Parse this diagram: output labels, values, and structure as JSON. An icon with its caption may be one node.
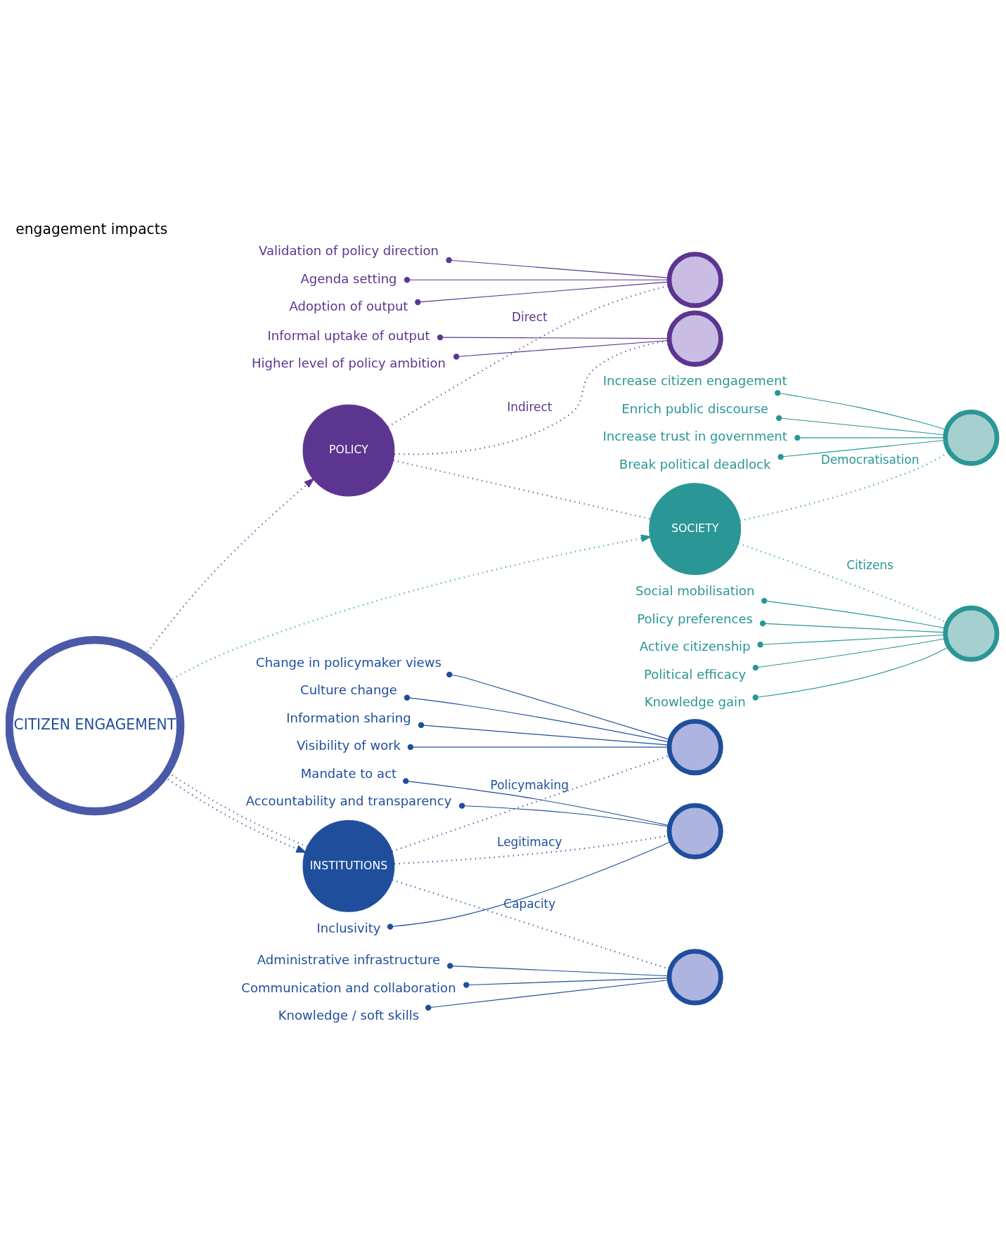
{
  "diagram": {
    "title": "engagement impacts",
    "nodes": [
      {
        "text": [
          "Validation of policy direction"
        ]
      },
      {
        "text": [
          "Agenda setting"
        ]
      },
      {
        "text": [
          "Adoption of output"
        ]
      },
      {
        "text": [],
        "shape": "circle"
      },
      {
        "text": [
          "Informal uptake of output"
        ]
      },
      {
        "text": [
          "Higher level of policy ambition"
        ]
      },
      {
        "text": [],
        "shape": "circle"
      },
      {
        "text": [
          "Visibility of work"
        ]
      },
      {
        "text": [
          "Change in policymaker views"
        ]
      },
      {
        "text": [
          "Culture change"
        ]
      },
      {
        "text": [
          "Information sharing"
        ]
      },
      {
        "text": [],
        "shape": "circle"
      },
      {
        "text": [
          "POLICY"
        ]
      },
      {
        "text": [
          "CITIZEN ENGAGEMENT"
        ]
      },
      {
        "text": [
          "INSTITUTIONS"
        ]
      },
      {
        "text": [
          "Accountability and transparency"
        ]
      },
      {
        "text": [
          "Inclusivity"
        ]
      },
      {
        "text": [
          "Mandate to act"
        ]
      },
      {
        "text": [],
        "shape": "circle"
      },
      {
        "text": [],
        "shape": "circle"
      },
      {
        "text": [
          "Knowledge / soft skills"
        ]
      },
      {
        "text": [
          "Administrative infrastructure"
        ]
      },
      {
        "text": [
          "Communication and collaboration"
        ]
      },
      {
        "text": [
          "SOCIETY"
        ]
      },
      {
        "text": [
          "Enrich public discourse"
        ]
      },
      {
        "text": [
          "Increase trust in government"
        ]
      },
      {
        "text": [
          "Break political deadlock"
        ]
      },
      {
        "text": [
          "Increase citizen engagement"
        ]
      },
      {
        "text": [],
        "shape": "circle"
      },
      {
        "text": [],
        "shape": "circle"
      },
      {
        "text": [
          "Social mobilisation"
        ]
      },
      {
        "text": [
          "Policy preferences"
        ]
      },
      {
        "text": [
          "Active citizenship"
        ]
      },
      {
        "text": [
          "Political efficacy"
        ]
      },
      {
        "text": [
          "Knowledge gain"
        ]
      }
    ],
    "edges": [
      {
        "from": 13,
        "to": 12,
        "arrow": "to",
        "style": "dashed",
        "color": "#5b3590"
      },
      {
        "from": 13,
        "to": 14,
        "arrow": "to",
        "style": "dashed",
        "color": "#1f4e9c"
      },
      {
        "from": 13,
        "to": 23,
        "arrow": "to",
        "style": "dashed",
        "color": "#2a9696"
      },
      {
        "from": 12,
        "to": 23,
        "arrow": "none",
        "style": "dashed",
        "color": "#4a4a9c"
      },
      {
        "from": 14,
        "to": 13,
        "arrow": "none",
        "style": "dashed",
        "color": "#4a4a9c"
      },
      {
        "from": 12,
        "to": 3,
        "label": "Direct",
        "arrow": "none",
        "style": "dashed",
        "color": "#5b3590"
      },
      {
        "from": 12,
        "to": 6,
        "label": "Indirect",
        "arrow": "none",
        "style": "dashed",
        "color": "#5b3590"
      },
      {
        "from": 14,
        "to": 11,
        "label": "Policymaking",
        "arrow": "none",
        "style": "dashed",
        "color": "#1f4e9c"
      },
      {
        "from": 14,
        "to": 18,
        "label": "Legitimacy",
        "arrow": "none",
        "style": "dashed",
        "color": "#1f4e9c"
      },
      {
        "from": 14,
        "to": 19,
        "label": "Capacity",
        "arrow": "none",
        "style": "dashed",
        "color": "#1f4e9c"
      },
      {
        "from": 23,
        "to": 28,
        "label": "Democratisation",
        "arrow": "none",
        "style": "dashed",
        "color": "#2a9696"
      },
      {
        "from": 23,
        "to": 29,
        "label": "Citizens",
        "arrow": "none",
        "style": "dashed",
        "color": "#2a9696"
      },
      {
        "from": 0,
        "to": 3,
        "arrow": "other",
        "color": "#5b3590"
      },
      {
        "from": 1,
        "to": 3,
        "arrow": "other",
        "color": "#5b3590"
      },
      {
        "from": 2,
        "to": 3,
        "arrow": "other",
        "color": "#5b3590"
      },
      {
        "from": 4,
        "to": 6,
        "arrow": "other",
        "color": "#5b3590"
      },
      {
        "from": 5,
        "to": 6,
        "arrow": "other",
        "color": "#5b3590"
      },
      {
        "from": 7,
        "to": 11,
        "arrow": "other",
        "color": "#1f4e9c"
      },
      {
        "from": 8,
        "to": 11,
        "arrow": "other",
        "color": "#1f4e9c"
      },
      {
        "from": 9,
        "to": 11,
        "arrow": "other",
        "color": "#1f4e9c"
      },
      {
        "from": 10,
        "to": 11,
        "arrow": "other",
        "color": "#1f4e9c"
      },
      {
        "from": 15,
        "to": 18,
        "arrow": "other",
        "color": "#1f4e9c"
      },
      {
        "from": 16,
        "to": 18,
        "arrow": "other",
        "color": "#1f4e9c"
      },
      {
        "from": 17,
        "to": 18,
        "arrow": "other",
        "color": "#1f4e9c"
      },
      {
        "from": 20,
        "to": 19,
        "arrow": "other",
        "color": "#1f4e9c"
      },
      {
        "from": 21,
        "to": 19,
        "arrow": "other",
        "color": "#1f4e9c"
      },
      {
        "from": 22,
        "to": 19,
        "arrow": "other",
        "color": "#1f4e9c"
      },
      {
        "from": 24,
        "to": 28,
        "arrow": "other",
        "color": "#2a9696"
      },
      {
        "from": 25,
        "to": 28,
        "arrow": "other",
        "color": "#2a9696"
      },
      {
        "from": 26,
        "to": 28,
        "arrow": "other",
        "color": "#2a9696"
      },
      {
        "from": 27,
        "to": 28,
        "arrow": "other",
        "color": "#2a9696"
      },
      {
        "from": 30,
        "to": 29,
        "arrow": "other",
        "color": "#2a9696"
      },
      {
        "from": 31,
        "to": 29,
        "arrow": "other",
        "color": "#2a9696"
      },
      {
        "from": 32,
        "to": 29,
        "arrow": "other",
        "color": "#2a9696"
      },
      {
        "from": 33,
        "to": 29,
        "arrow": "other",
        "color": "#2a9696"
      },
      {
        "from": 34,
        "to": 29,
        "arrow": "other",
        "color": "#2a9696"
      }
    ]
  }
}
